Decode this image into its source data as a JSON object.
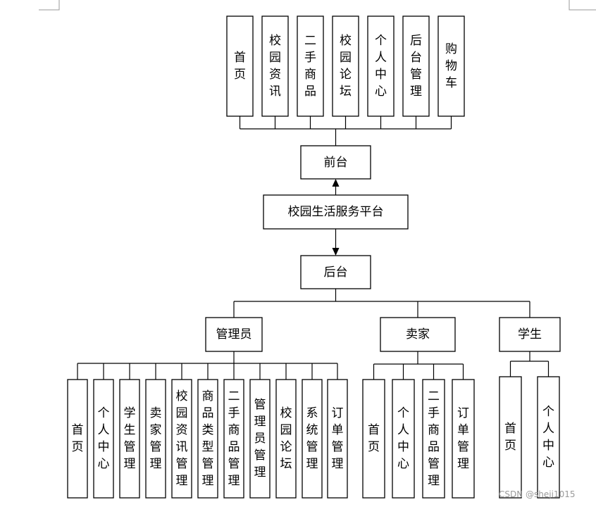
{
  "root": {
    "label": "校园生活服务平台"
  },
  "frontend": {
    "label": "前台",
    "items": [
      "首页",
      "校园资讯",
      "二手商品",
      "校园论坛",
      "个人中心",
      "后台管理",
      "购物车"
    ]
  },
  "backend": {
    "label": "后台",
    "groups": [
      {
        "label": "管理员",
        "items": [
          "首页",
          "个人中心",
          "学生管理",
          "卖家管理",
          "校园资讯管理",
          "商品类型管理",
          "二手商品管理",
          "管理员管理",
          "校园论坛",
          "系统管理",
          "订单管理"
        ]
      },
      {
        "label": "卖家",
        "items": [
          "首页",
          "个人中心",
          "二手商品管理",
          "订单管理"
        ]
      },
      {
        "label": "学生",
        "items": [
          "首页",
          "个人中心"
        ]
      }
    ]
  },
  "watermark": "CSDN @sheji1015"
}
